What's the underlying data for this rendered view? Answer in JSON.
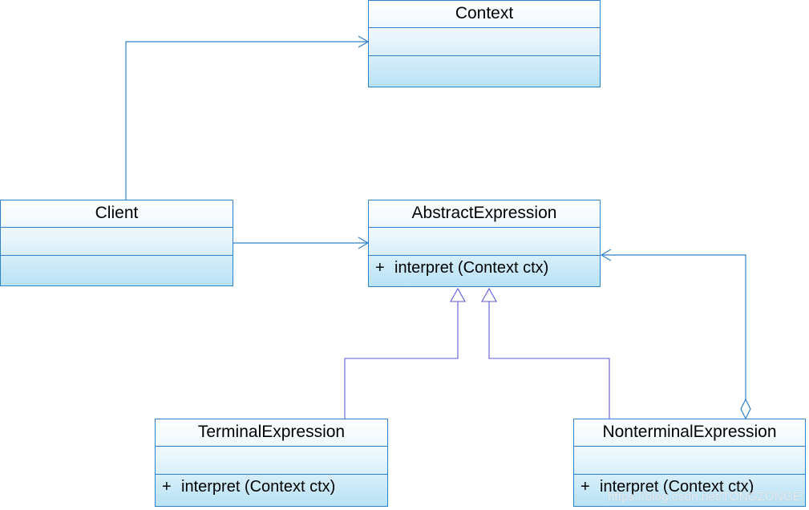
{
  "classes": {
    "context": {
      "name": "Context",
      "operation": {
        "visibility": "",
        "signature": ""
      }
    },
    "client": {
      "name": "Client",
      "operation": {
        "visibility": "",
        "signature": ""
      }
    },
    "abstract_expression": {
      "name": "AbstractExpression",
      "operation": {
        "visibility": "+",
        "signature": "interpret (Context ctx)"
      }
    },
    "terminal_expression": {
      "name": "TerminalExpression",
      "operation": {
        "visibility": "+",
        "signature": "interpret (Context ctx)"
      }
    },
    "nonterminal_expression": {
      "name": "NonterminalExpression",
      "operation": {
        "visibility": "+",
        "signature": "interpret (Context ctx)"
      }
    }
  },
  "relationships": [
    {
      "from": "Client",
      "to": "Context",
      "type": "association"
    },
    {
      "from": "Client",
      "to": "AbstractExpression",
      "type": "association"
    },
    {
      "from": "TerminalExpression",
      "to": "AbstractExpression",
      "type": "generalization"
    },
    {
      "from": "NonterminalExpression",
      "to": "AbstractExpression",
      "type": "generalization"
    },
    {
      "from": "NonterminalExpression",
      "to": "AbstractExpression",
      "type": "aggregation"
    }
  ],
  "watermark": "https://blog.csdn.net/TONGZONGE",
  "colors": {
    "class_border": "#2f82c9",
    "association_line": "#2f82c9",
    "generalization_line": "#5b5bd6"
  }
}
